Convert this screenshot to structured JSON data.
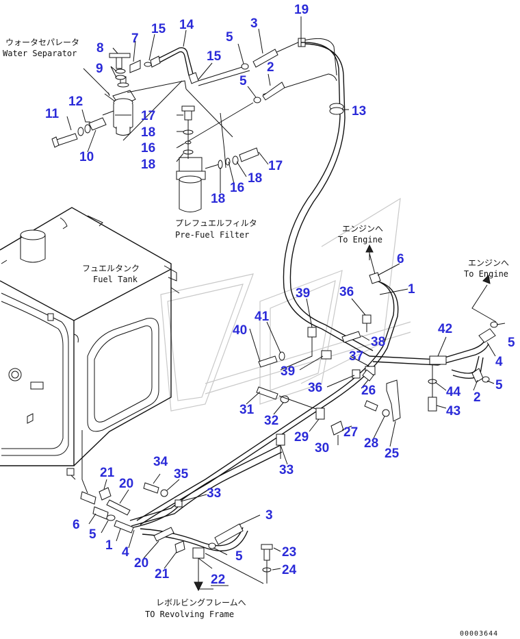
{
  "captions": {
    "water_separator_jp": "ウォータセパレータ",
    "water_separator_en": "Water Separator",
    "pre_fuel_filter_jp": "プレフュエルフィルタ",
    "pre_fuel_filter_en": "Pre-Fuel Filter",
    "fuel_tank_jp": "フュエルタンク",
    "fuel_tank_en": "Fuel Tank",
    "to_engine_1_jp": "エンジンへ",
    "to_engine_1_en": "To Engine",
    "to_engine_2_jp": "エンジンへ",
    "to_engine_2_en": "To Engine",
    "revolving_frame_jp": "レボルビングフレームへ",
    "revolving_frame_en": "TO Revolving Frame"
  },
  "drawing_code": "00003644",
  "callouts": {
    "c8": "8",
    "c7": "7",
    "c9": "9",
    "c15a": "15",
    "c14": "14",
    "c5a": "5",
    "c3a": "3",
    "c19": "19",
    "c15b": "15",
    "c2a": "2",
    "c5b": "5",
    "c12": "12",
    "c11": "11",
    "c10": "10",
    "c13": "13",
    "c17a": "17",
    "c18a": "18",
    "c16a": "16",
    "c18b": "18",
    "c17b": "17",
    "c18c": "18",
    "c16b": "16",
    "c18d": "18",
    "c6a": "6",
    "c1a": "1",
    "c39a": "39",
    "c36a": "36",
    "c42": "42",
    "c5c": "5",
    "c40": "40",
    "c41": "41",
    "c38": "38",
    "c37": "37",
    "c4a": "4",
    "c39b": "39",
    "c44": "44",
    "c5d": "5",
    "c36b": "36",
    "c26": "26",
    "c2b": "2",
    "c43": "43",
    "c31": "31",
    "c32": "32",
    "c27": "27",
    "c29": "29",
    "c28": "28",
    "c30": "30",
    "c25": "25",
    "c33a": "33",
    "c34": "34",
    "c21a": "21",
    "c35": "35",
    "c20a": "20",
    "c33b": "33",
    "c6b": "6",
    "c5e": "5",
    "c1b": "1",
    "c4b": "4",
    "c3b": "3",
    "c20b": "20",
    "c21b": "21",
    "c5f": "5",
    "c23": "23",
    "c22": "22",
    "c24": "24"
  }
}
